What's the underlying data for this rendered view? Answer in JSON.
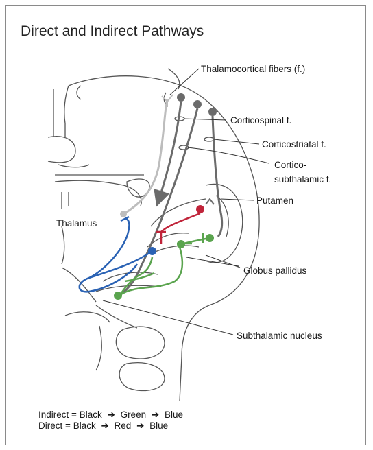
{
  "title": "Direct and Indirect Pathways",
  "labels": {
    "thalamocortical": "Thalamocortical fibers (f.)",
    "corticospinal": "Corticospinal f.",
    "corticostriatal": "Corticostriatal f.",
    "corticosubthalamic_1": "Cortico-",
    "corticosubthalamic_2": "subthalamic f.",
    "putamen": "Putamen",
    "thalamus": "Thalamus",
    "globus_pallidus": "Globus pallidus",
    "subthalamic_nucleus": "Subthalamic nucleus"
  },
  "legend": {
    "indirect": {
      "name": "Indirect",
      "eq": "=",
      "steps": [
        "Black",
        "Green",
        "Blue"
      ]
    },
    "direct": {
      "name": "Direct",
      "eq": "=",
      "steps": [
        "Black",
        "Red",
        "Blue"
      ]
    },
    "arrow_glyph": "➔"
  },
  "colors": {
    "outline": "#555555",
    "cortical_fiber": "#6b6b6b",
    "thalamocortical_fiber": "#bdbdbd",
    "indirect": "#5aa44e",
    "direct": "#c0243a",
    "thalamic": "#2a62b4"
  }
}
